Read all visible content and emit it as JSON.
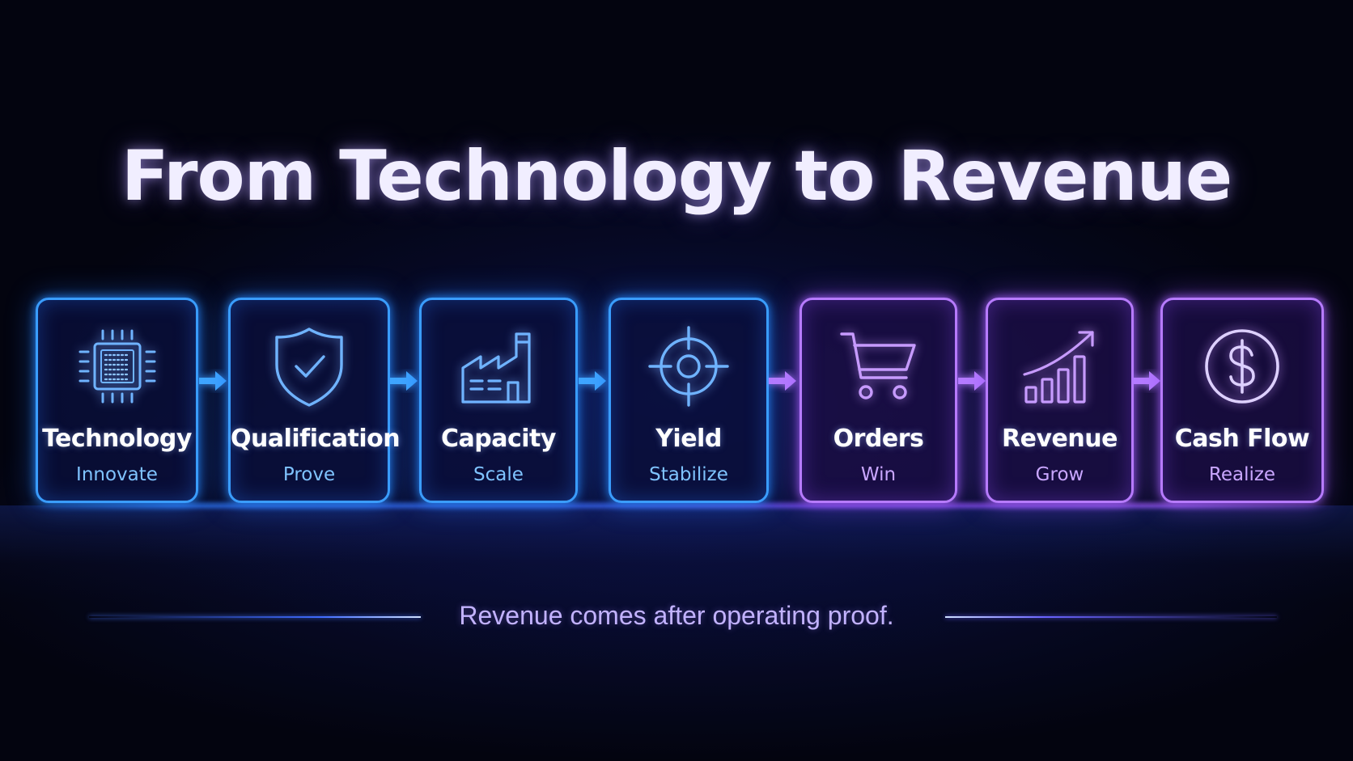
{
  "title": "From Technology to Revenue",
  "steps": [
    {
      "label": "Technology",
      "sub": "Innovate",
      "icon": "chip-icon",
      "color": "#3a9dff"
    },
    {
      "label": "Qualification",
      "sub": "Prove",
      "icon": "shield-check-icon",
      "color": "#3a9dff"
    },
    {
      "label": "Capacity",
      "sub": "Scale",
      "icon": "factory-icon",
      "color": "#3a9dff"
    },
    {
      "label": "Yield",
      "sub": "Stabilize",
      "icon": "target-icon",
      "color": "#3a9dff"
    },
    {
      "label": "Orders",
      "sub": "Win",
      "icon": "cart-icon",
      "color": "#b77bff"
    },
    {
      "label": "Revenue",
      "sub": "Grow",
      "icon": "growth-chart-icon",
      "color": "#b77bff"
    },
    {
      "label": "Cash Flow",
      "sub": "Realize",
      "icon": "dollar-icon",
      "color": "#b77bff"
    }
  ],
  "tagline": "Revenue comes after operating proof."
}
